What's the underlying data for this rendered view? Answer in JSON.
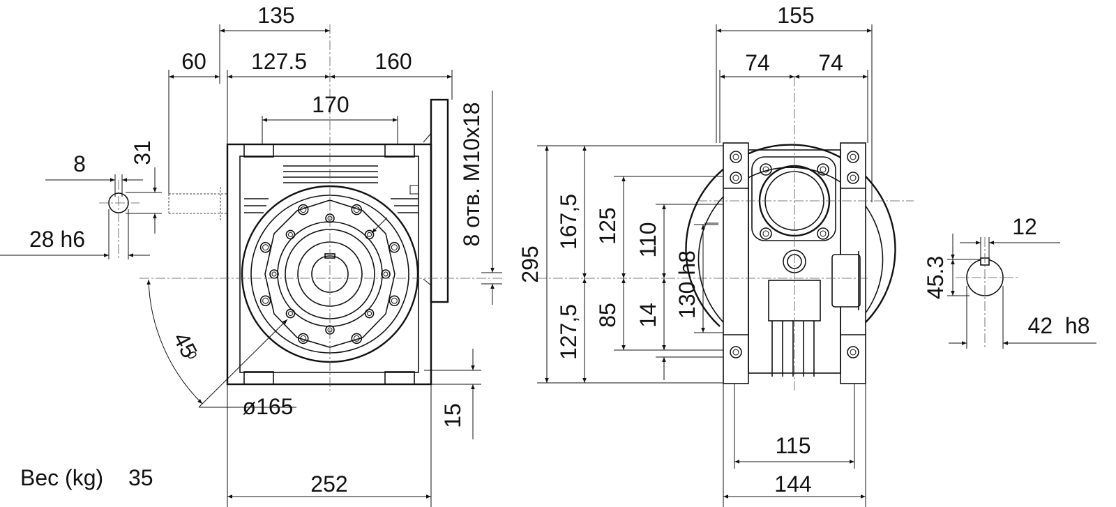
{
  "drawing": {
    "front_view": {
      "labels": {
        "d135": "135",
        "d60": "60",
        "d1275": "127.5",
        "d160": "160",
        "d170": "170",
        "d8": "8",
        "d31": "31",
        "d28h6": "28 h6",
        "angle45": "45",
        "degree": "0",
        "holes": "8 отв. M10x18",
        "d165": "ø165",
        "d15": "15",
        "d252": "252"
      }
    },
    "side_view": {
      "labels": {
        "d155": "155",
        "d74a": "74",
        "d74b": "74",
        "d295": "295",
        "d1675": "167,5",
        "d125": "125",
        "d110": "110",
        "d130h8": "130 h8",
        "d1275b": "127,5",
        "d85": "85",
        "d14": "14",
        "d115": "115",
        "d144": "144"
      }
    },
    "shaft_detail": {
      "labels": {
        "d12": "12",
        "d453": "45.3",
        "d42h8": "42  h8"
      }
    },
    "weight": {
      "label": "Вес (kg)",
      "value": "35"
    }
  }
}
